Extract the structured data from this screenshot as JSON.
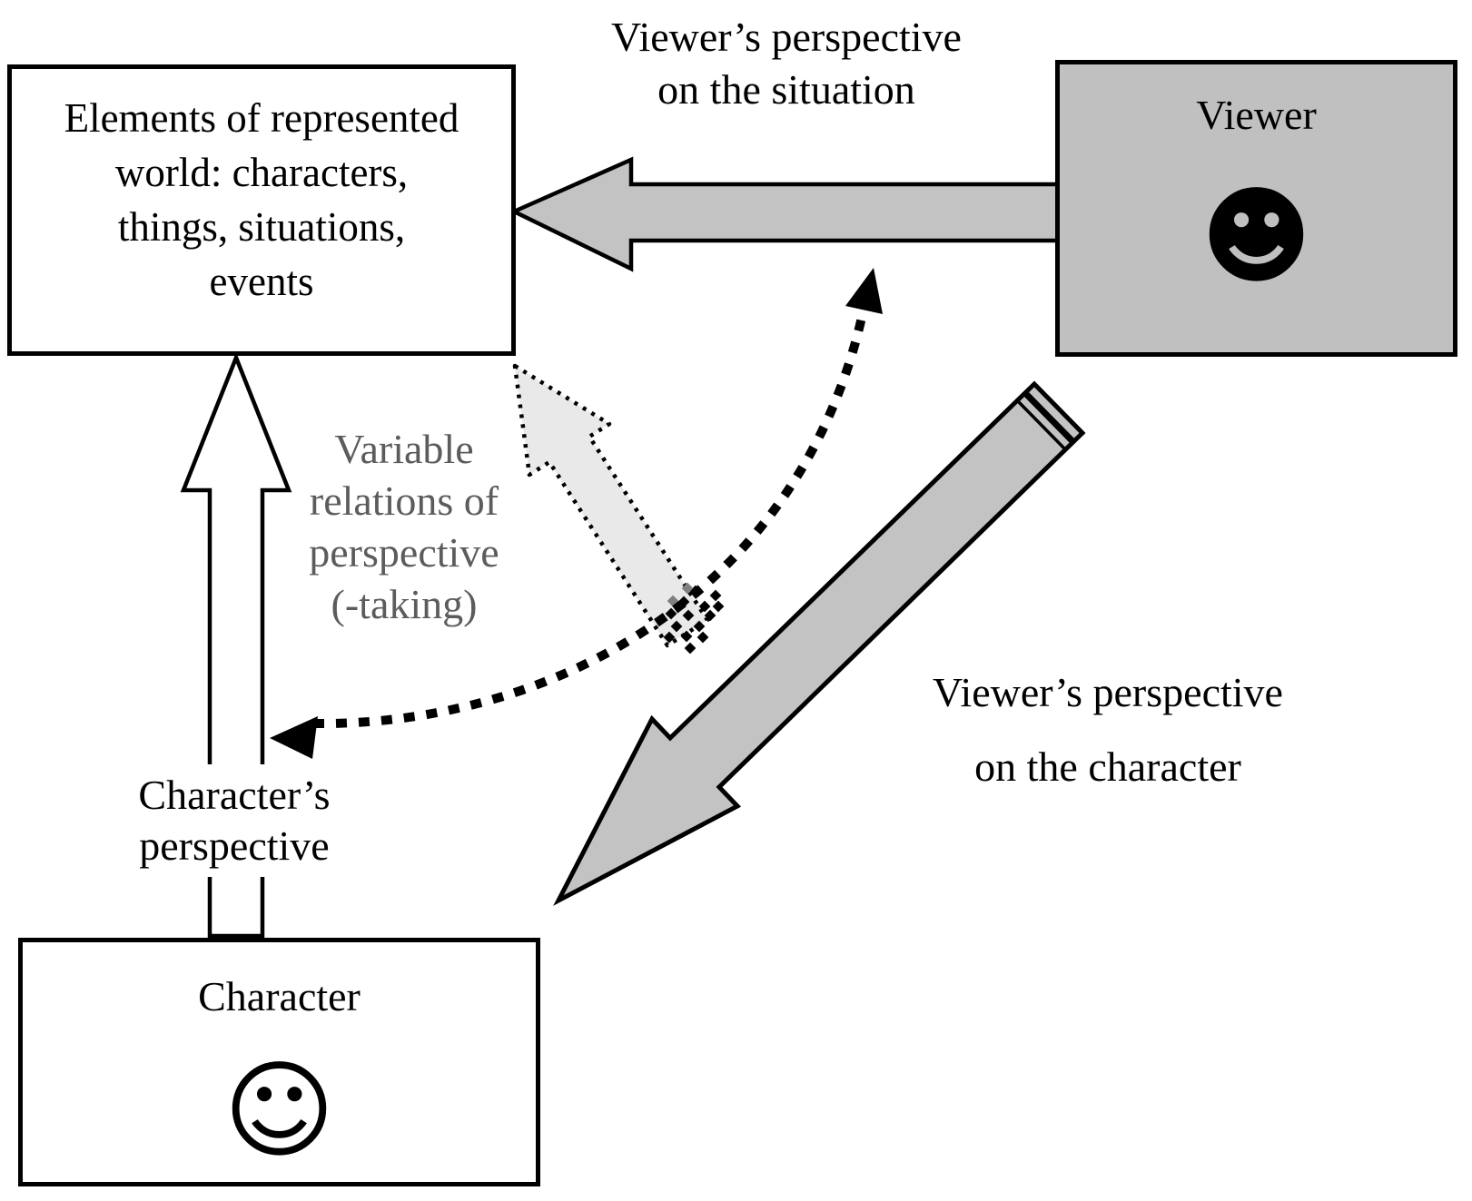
{
  "boxes": {
    "elements": {
      "lines": [
        "Elements of represented",
        "world: characters,",
        "things, situations,",
        "events"
      ]
    },
    "viewer": {
      "title": "Viewer",
      "smiley": "☻"
    },
    "character": {
      "title": "Character",
      "smiley": "☺"
    }
  },
  "labels": {
    "viewer_situation": {
      "lines": [
        "Viewer’s perspective",
        "on the situation"
      ]
    },
    "viewer_character": {
      "lines": [
        "Viewer’s perspective",
        "on the character"
      ]
    },
    "character_perspective": {
      "lines": [
        "Character’s",
        "perspective"
      ]
    },
    "variable_relations": {
      "lines": [
        "Variable",
        "relations of",
        "perspective",
        "(-taking)"
      ]
    }
  },
  "colors": {
    "box_fill_gray": "#c0c0c0",
    "arrow_fill_gray": "#c3c3c3",
    "light_arrow_fill": "#e9e9e9",
    "gray_text": "#5c5c5c",
    "outline_black": "#000000"
  }
}
